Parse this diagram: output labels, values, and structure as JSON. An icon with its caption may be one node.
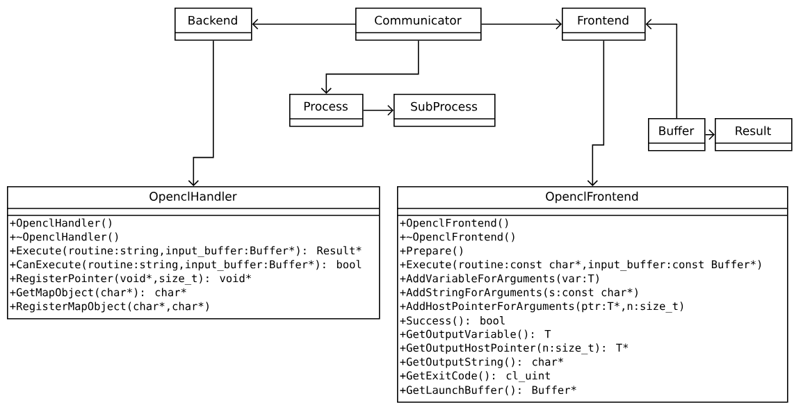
{
  "diagram": {
    "nodes": [
      {
        "text": [
          "Backend"
        ]
      },
      {
        "text": [
          "Communicator"
        ]
      },
      {
        "text": [
          "Frontend"
        ]
      },
      {
        "text": [
          "Process"
        ]
      },
      {
        "text": [
          "SubProcess"
        ]
      },
      {
        "text": [
          "Buffer"
        ]
      },
      {
        "text": [
          "Result"
        ]
      },
      {
        "text": [
          "OpenclHandler",
          "+OpenclHandler()",
          "+~OpenclHandler()",
          "+Execute(routine:string,input_buffer:Buffer*): Result*",
          "+CanExecute(routine:string,input_buffer:Buffer*): bool",
          "+RegisterPointer(void*,size_t): void*",
          "+GetMapObject(char*): char*",
          "+RegisterMapObject(char*,char*)"
        ]
      },
      {
        "text": [
          "OpenclFrontend",
          "+OpenclFrontend()",
          "+~OpenclFrontend()",
          "+Prepare()",
          "+Execute(routine:const char*,input_buffer:const Buffer*)",
          "+AddVariableForArguments(var:T)",
          "+AddStringForArguments(s:const char*)",
          "+AddHostPointerForArguments(ptr:T*,n:size_t)",
          "+Success(): bool",
          "+GetOutputVariable(): T",
          "+GetOutputHostPointer(n:size_t): T*",
          "+GetOutputString(): char*",
          "+GetExitCode(): cl_uint",
          "+GetLaunchBuffer(): Buffer*"
        ]
      }
    ],
    "edges": [
      {
        "from": 1,
        "to": 0,
        "arrow": "to"
      },
      {
        "from": 1,
        "to": 2,
        "arrow": "to"
      },
      {
        "from": 1,
        "to": 3,
        "arrow": "to"
      },
      {
        "from": 3,
        "to": 4,
        "arrow": "to"
      },
      {
        "from": 5,
        "to": 2,
        "arrow": "to"
      },
      {
        "from": 5,
        "to": 6,
        "arrow": "to"
      },
      {
        "from": 0,
        "to": 7,
        "arrow": "to"
      },
      {
        "from": 2,
        "to": 8,
        "arrow": "to"
      }
    ]
  }
}
